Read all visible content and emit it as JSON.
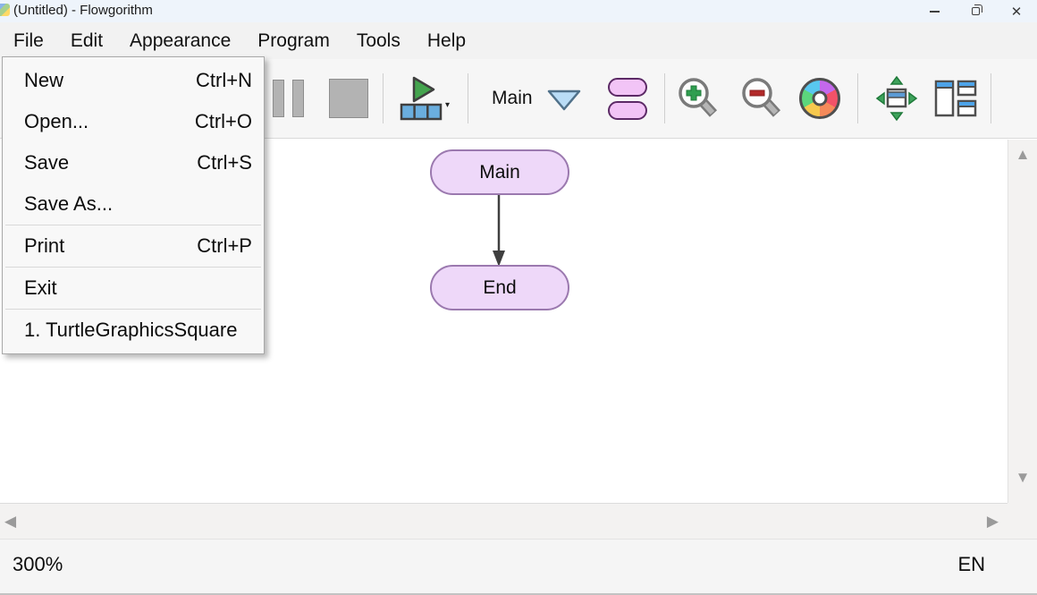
{
  "window": {
    "title": "(Untitled) - Flowgorithm",
    "controls": {
      "minimize": "minimize-button",
      "restore": "restore-button",
      "close": "close-button"
    }
  },
  "glyphs": {
    "close": "✕",
    "scroll_up": "▲",
    "scroll_down": "▼",
    "scroll_left": "◀",
    "scroll_right": "▶",
    "run_dropdown": "▾"
  },
  "menubar": {
    "items": [
      "File",
      "Edit",
      "Appearance",
      "Program",
      "Tools",
      "Help"
    ]
  },
  "file_menu": {
    "items": [
      {
        "label": "New",
        "shortcut": "Ctrl+N"
      },
      {
        "label": "Open...",
        "shortcut": "Ctrl+O"
      },
      {
        "label": "Save",
        "shortcut": "Ctrl+S"
      },
      {
        "label": "Save As...",
        "shortcut": ""
      },
      {
        "label": "Print",
        "shortcut": "Ctrl+P"
      },
      {
        "label": "Exit",
        "shortcut": ""
      },
      {
        "label": "1. TurtleGraphicsSquare",
        "shortcut": ""
      }
    ]
  },
  "toolbar": {
    "function_label": "Main",
    "icons": [
      "pause-icon",
      "stop-icon",
      "run-icon",
      "run-dropdown-icon",
      "function-dropdown-icon",
      "shapes-icon",
      "zoom-in-icon",
      "zoom-out-icon",
      "color-wheel-icon",
      "fit-to-window-icon",
      "layout-windows-icon"
    ]
  },
  "flowchart": {
    "nodes": [
      {
        "label": "Main"
      },
      {
        "label": "End"
      }
    ]
  },
  "statusbar": {
    "zoom_level": "300%",
    "language": "EN"
  },
  "colors": {
    "node_fill": "#eed8f9",
    "node_border": "#9b79af",
    "toolbar_pill_fill": "#f2c4f6",
    "toolbar_pill_border": "#5c2a66",
    "run_green": "#44a44e",
    "strip_blue": "#6aaede",
    "titlebar_bg": "#eef4fb"
  }
}
